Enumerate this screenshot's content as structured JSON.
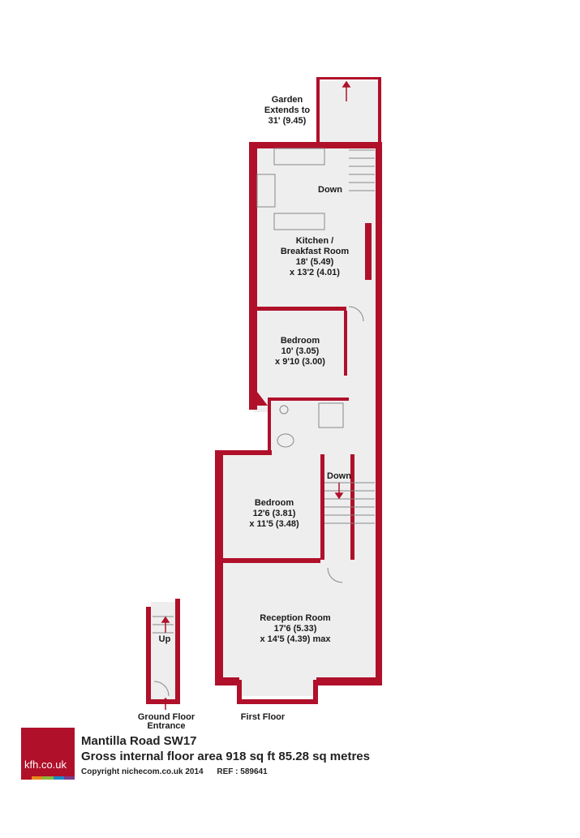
{
  "labels": {
    "garden": [
      "Garden",
      "Extends to",
      "31' (9.45)"
    ],
    "down_kitchen": "Down",
    "kitchen": [
      "Kitchen /",
      "Breakfast Room",
      "18' (5.49)",
      "x 13'2 (4.01)"
    ],
    "bedroom1": [
      "Bedroom",
      "10' (3.05)",
      "x 9'10 (3.00)"
    ],
    "down_stairs": "Down",
    "bedroom2": [
      "Bedroom",
      "12'6 (3.81)",
      "x 11'5 (3.48)"
    ],
    "reception": [
      "Reception Room",
      "17'6 (5.33)",
      "x 14'5 (4.39) max"
    ],
    "up": "Up",
    "entrance": [
      "Ground Floor",
      "Entrance"
    ],
    "first_floor": "First Floor"
  },
  "footer": {
    "logo": "kfh.co.uk",
    "address": "Mantilla Road  SW17",
    "area": "Gross internal floor area 918 sq ft 85.28 sq metres",
    "copyright": "Copyright nichecom.co.uk 2014",
    "ref": "REF : 589641"
  },
  "colors": {
    "wall": "#b0102a",
    "floor": "#eeeeee",
    "logo_stripes": [
      "#b0102a",
      "#e88a1a",
      "#8bb83a",
      "#1a8ac8",
      "#7a3b8a"
    ]
  }
}
